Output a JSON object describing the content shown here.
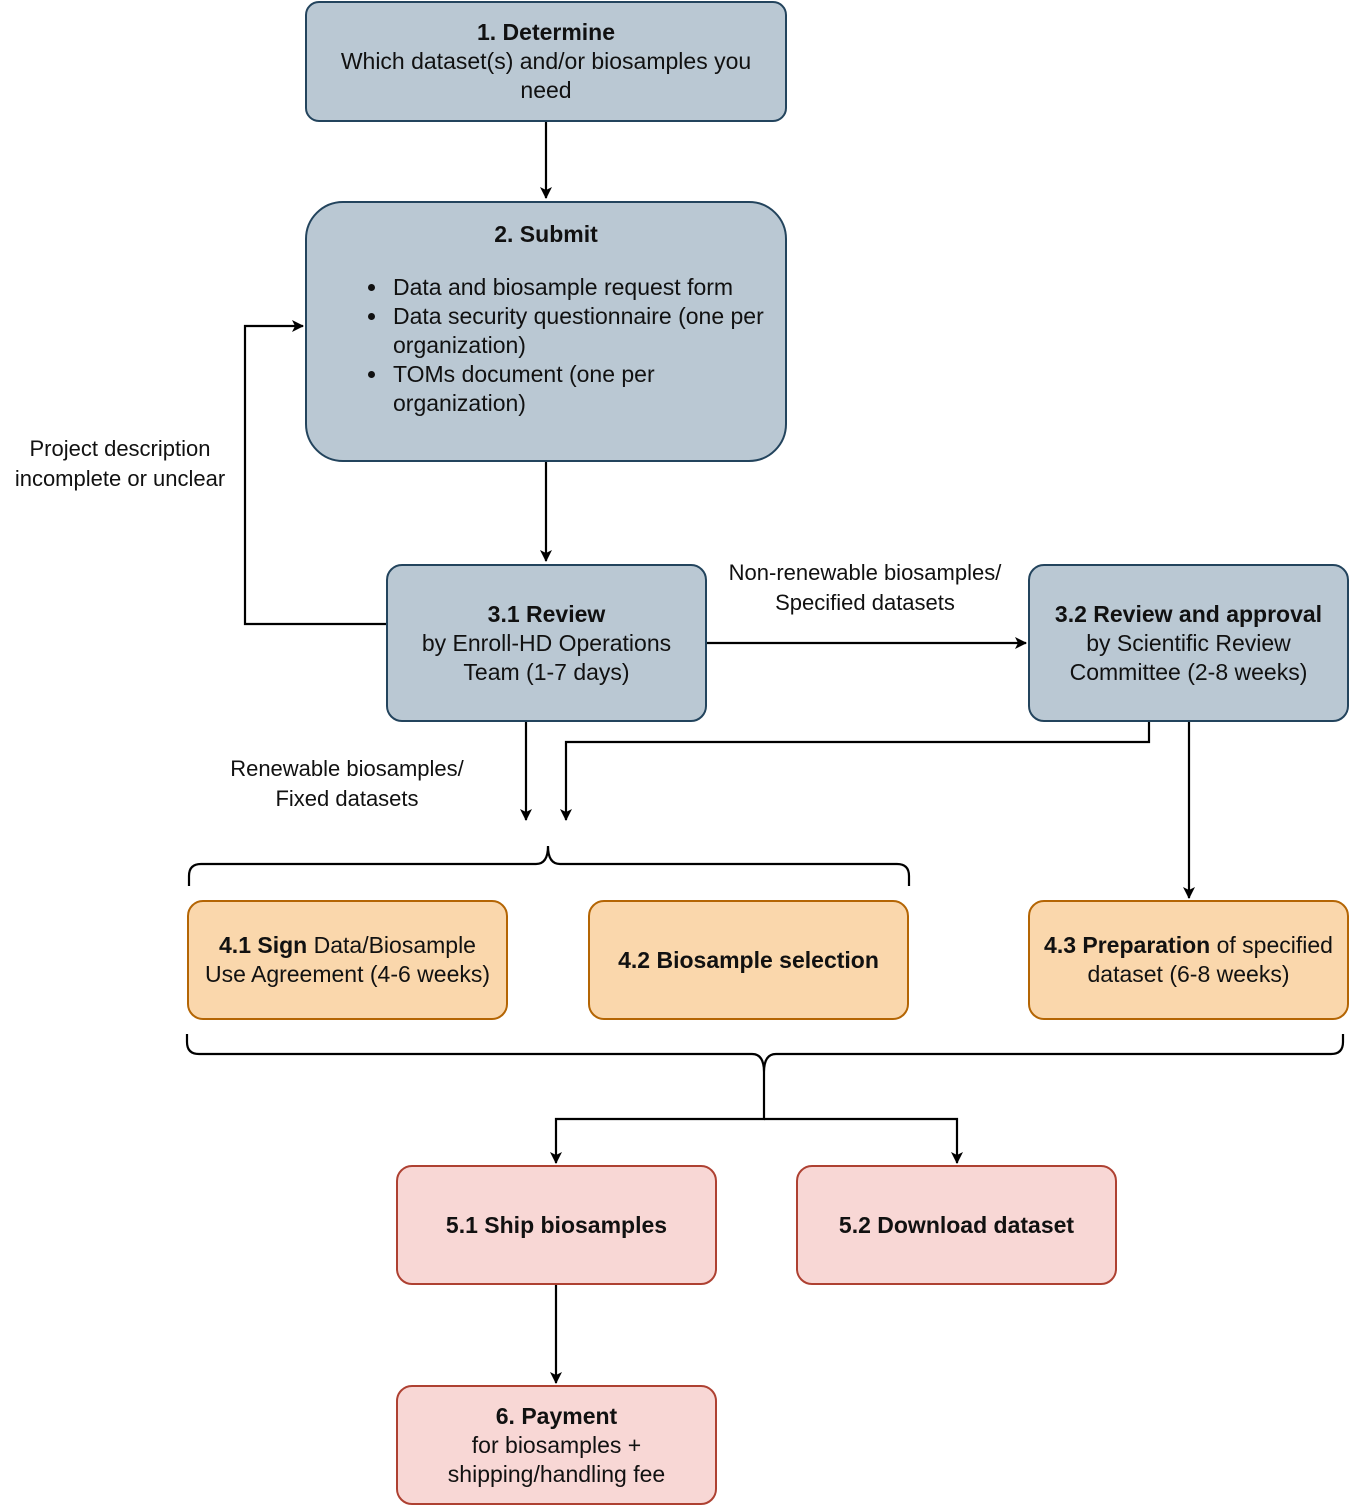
{
  "colors": {
    "blue_fill": "#bac8d3",
    "blue_stroke": "#23445d",
    "orange_fill": "#fad7ac",
    "orange_stroke": "#b46504",
    "red_fill": "#f8d7d5",
    "red_stroke": "#ae4132",
    "line": "#000000"
  },
  "step1": {
    "title": "1. Determine",
    "text": "Which dataset(s) and/or biosamples you need"
  },
  "step2": {
    "title": "2. Submit",
    "items": [
      "Data and biosample request form",
      "Data security questionnaire (one per organization)",
      "TOMs document (one per organization)"
    ]
  },
  "step31": {
    "title": "3.1 Review",
    "text": "by Enroll-HD Operations Team (1-7 days)"
  },
  "step32": {
    "title": "3.2 Review and approval",
    "text": "by Scientific Review Committee (2-8 weeks)"
  },
  "step41": {
    "title": "4.1 Sign",
    "text": "Data/Biosample Use Agreement (4-6 weeks)"
  },
  "step42": {
    "title": "4.2 Biosample selection"
  },
  "step43": {
    "title": "4.3 Preparation",
    "text": "of specified dataset (6-8 weeks)"
  },
  "step51": {
    "title": "5.1 Ship biosamples"
  },
  "step52": {
    "title": "5.2 Download dataset"
  },
  "step6": {
    "title": "6. Payment",
    "line1": "for biosamples +",
    "line2": "shipping/handling fee"
  },
  "labels": {
    "loop_line1": "Project description",
    "loop_line2": "incomplete or unclear",
    "nonrenew_line1": "Non-renewable biosamples/",
    "nonrenew_line2": "Specified datasets",
    "renew_line1": "Renewable biosamples/",
    "renew_line2": "Fixed datasets"
  }
}
